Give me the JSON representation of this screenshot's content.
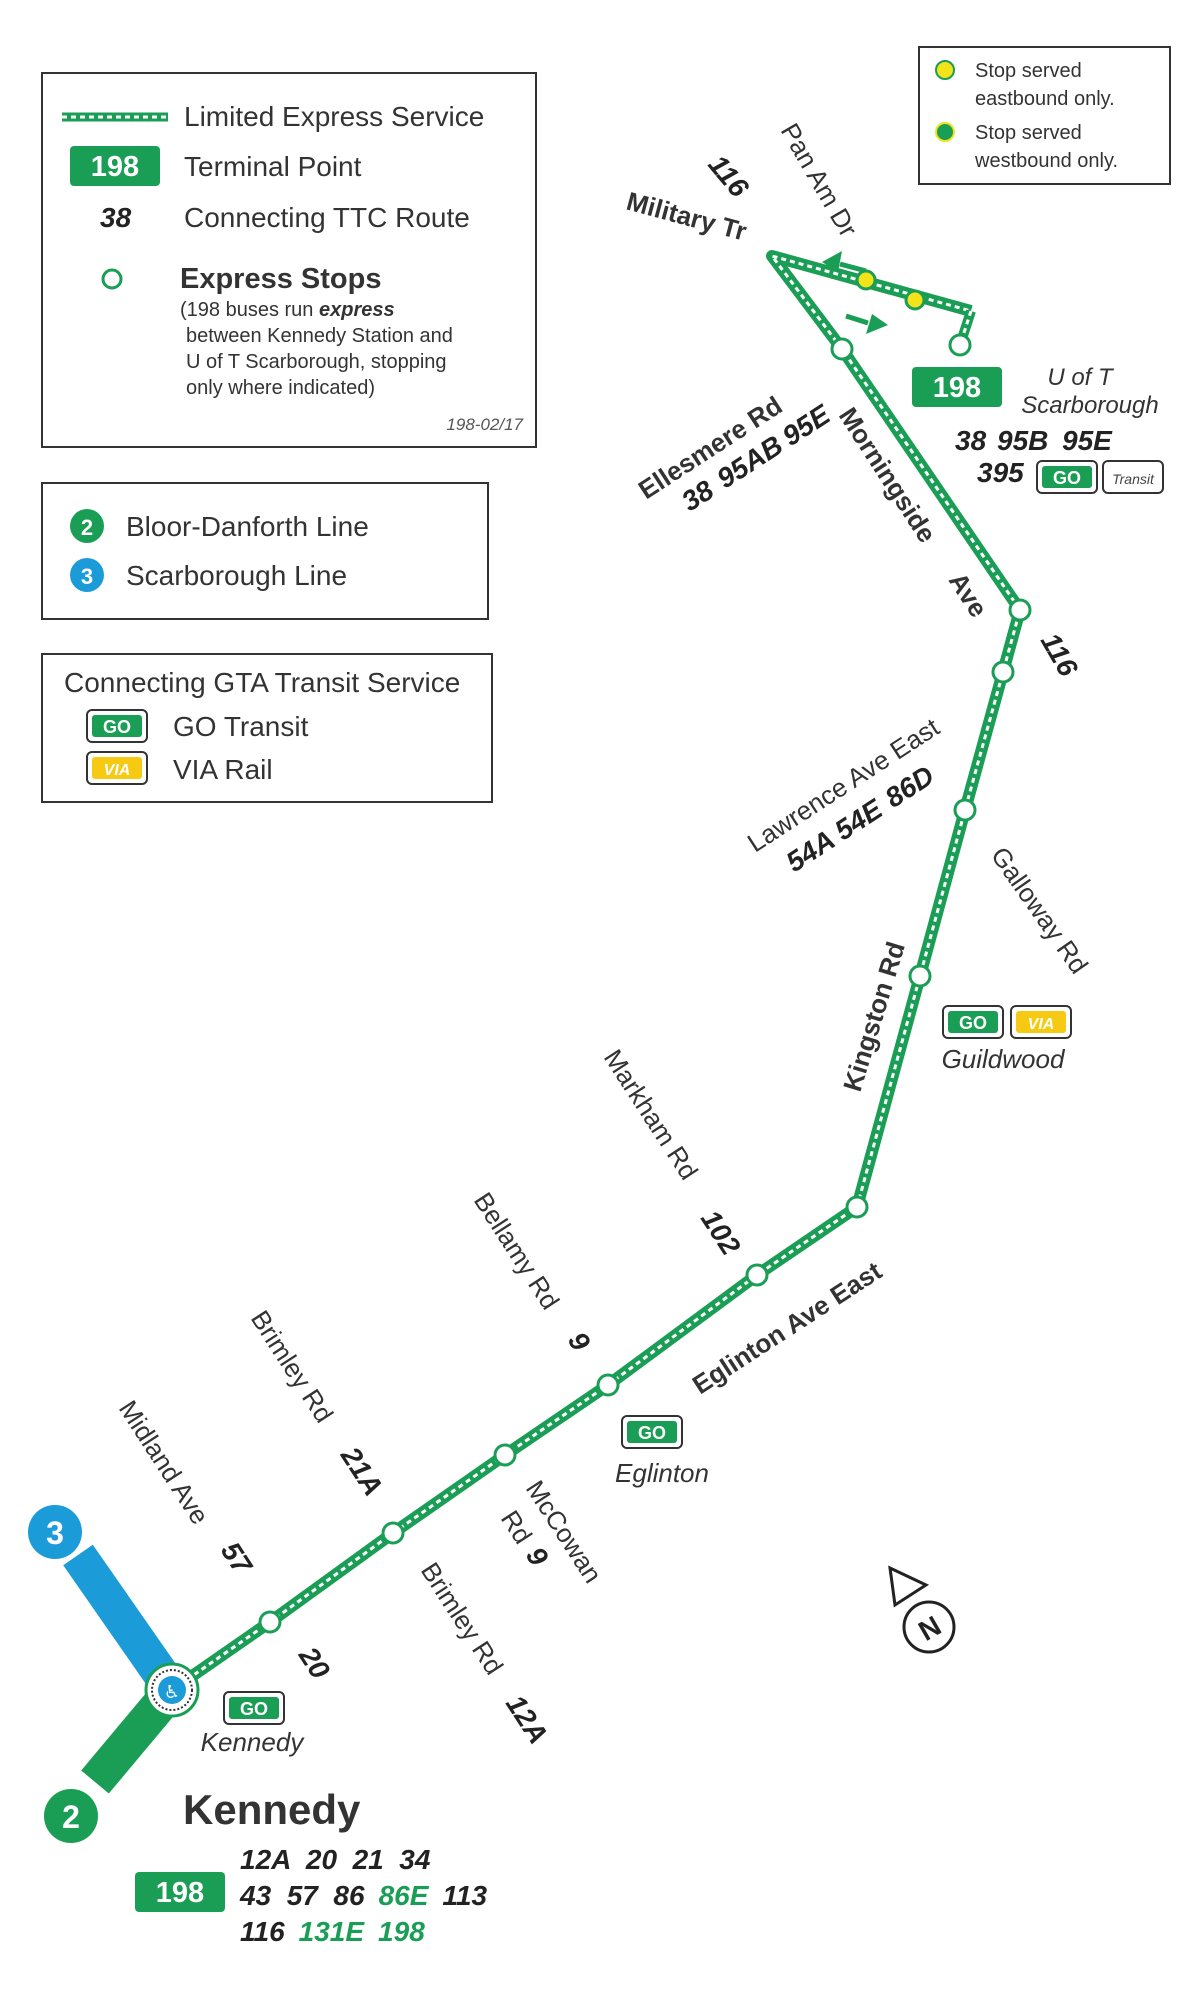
{
  "colors": {
    "route_green": "#1a9e55",
    "line2_green": "#1a9e55",
    "line3_blue": "#1b9bd8",
    "stop_eastbound": "#f2e31b",
    "stop_westbound": "#1a9e55",
    "via_yellow": "#f6c913",
    "text_dark": "#333333",
    "route_number_blue": "#2a6bb3"
  },
  "legend": {
    "limited_express": "Limited Express Service",
    "terminal_badge": "198",
    "terminal_point": "Terminal Point",
    "connecting_sample": "38",
    "connecting_route": "Connecting TTC Route",
    "express_stops_title": "Express Stops",
    "express_note_1_pre": "(198 buses run ",
    "express_note_1_bold": "express",
    "express_note_2": "between Kennedy Station and",
    "express_note_3": "U of T Scarborough, stopping",
    "express_note_4": "only where indicated)",
    "version": "198-02/17"
  },
  "lines_legend": {
    "line2_num": "2",
    "line2_name": "Bloor-Danforth Line",
    "line3_num": "3",
    "line3_name": "Scarborough Line"
  },
  "gta_legend": {
    "title": "Connecting GTA Transit Service",
    "go_icon": "GO",
    "go_name": "GO Transit",
    "via_icon": "VIA",
    "via_name": "VIA Rail"
  },
  "stop_legend": {
    "east_1": "Stop served",
    "east_2": "eastbound only.",
    "west_1": "Stop served",
    "west_2": "westbound only."
  },
  "map": {
    "streets": {
      "pan_am": "Pan Am Dr",
      "military": "Military Tr",
      "route_116_top": "116",
      "ellesmere": "Ellesmere Rd",
      "ellesmere_r1": "38",
      "ellesmere_r2": "95AB",
      "ellesmere_r3": "95E",
      "morningside": "Morningside",
      "ave": "Ave",
      "route_116_mid": "116",
      "lawrence": "Lawrence Ave East",
      "lawrence_r1": "54A",
      "lawrence_r2": "54E",
      "lawrence_r3": "86D",
      "galloway": "Galloway Rd",
      "kingston": "Kingston Rd",
      "markham": "Markham Rd",
      "markham_r": "102",
      "bellamy": "Bellamy Rd",
      "bellamy_r": "9",
      "eglinton_ave": "Eglinton Ave East",
      "brimley_n": "Brimley Rd",
      "brimley_n_r": "21A",
      "midland": "Midland Ave",
      "midland_r": "57",
      "mccowan_1": "McCowan",
      "mccowan_2": "Rd",
      "mccowan_r": "9",
      "brimley_s": "Brimley Rd",
      "brimley_s_r": "12A",
      "route_20": "20"
    },
    "stations": {
      "uoft_badge": "198",
      "uoft_1": "U of T",
      "uoft_2": "Scarborough",
      "uoft_r1": "38",
      "uoft_r2": "95B",
      "uoft_r3": "95E",
      "uoft_r4": "395",
      "go_icon": "GO",
      "durham_icon": "Transit",
      "guildwood": "Guildwood",
      "via_icon": "VIA",
      "eglinton": "Eglinton",
      "kennedy_small": "Kennedy",
      "kennedy_big": "Kennedy",
      "kennedy_badge": "198",
      "kennedy_routes_1": "12A  20  21  34",
      "kennedy_routes_2a": "43  57  86",
      "kennedy_routes_2b": "86E",
      "kennedy_routes_2c": "113",
      "kennedy_routes_3a": "116",
      "kennedy_routes_3b": "131E",
      "kennedy_routes_3c": "198",
      "line3_num": "3",
      "line2_num": "2",
      "access_icon": "♿",
      "north": "N"
    }
  }
}
